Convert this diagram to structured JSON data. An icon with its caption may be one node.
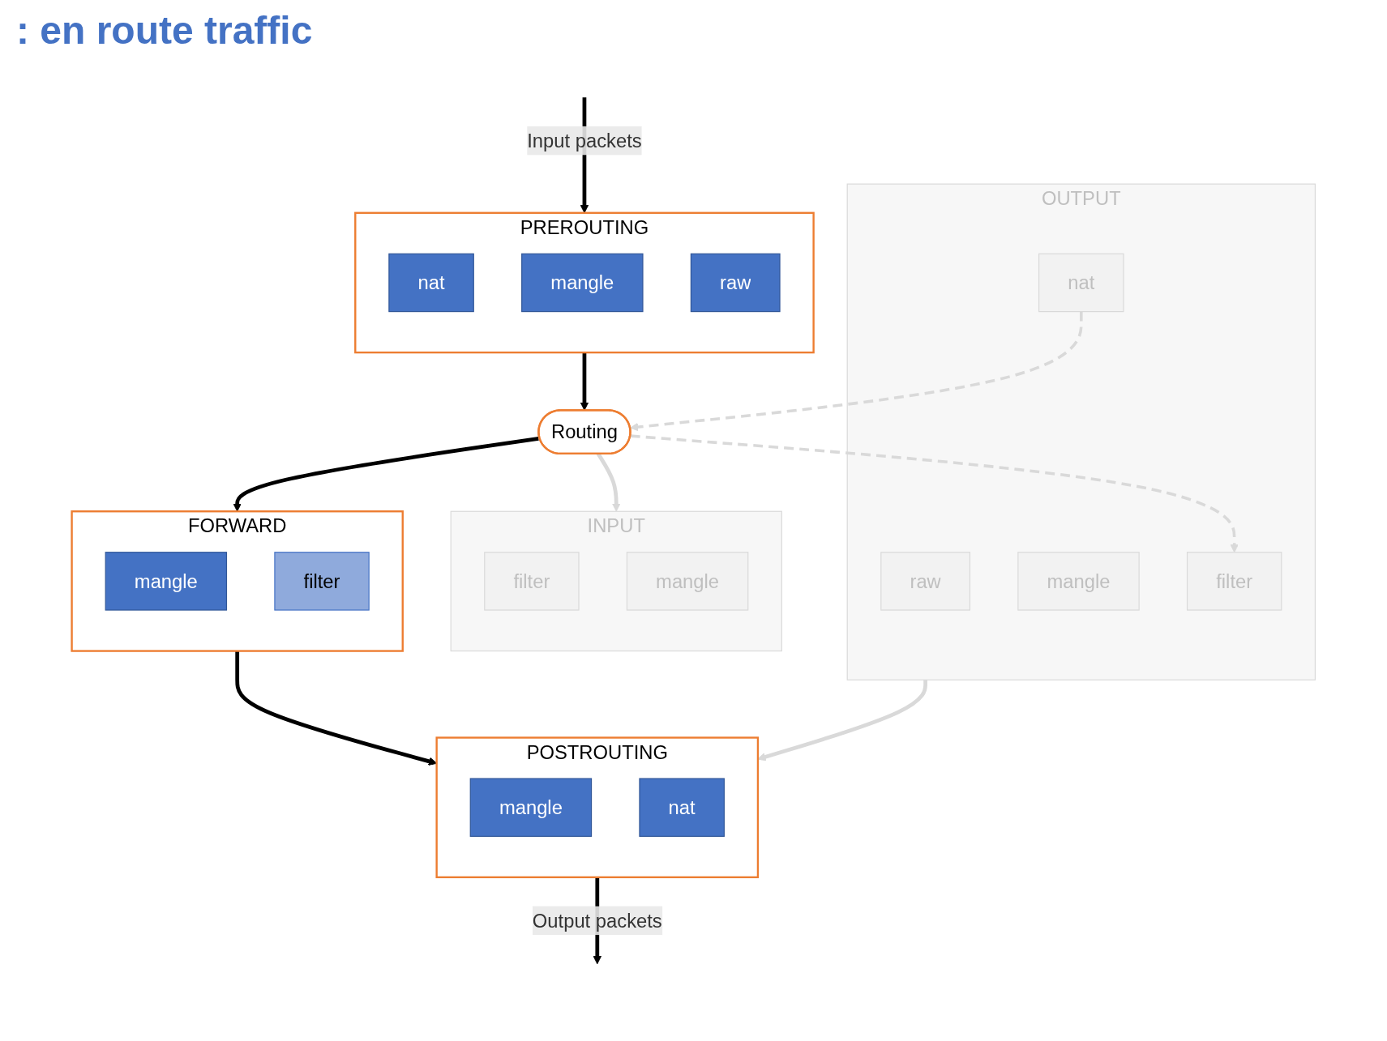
{
  "diagram": {
    "title": ": en route traffic",
    "nodes": [
      {
        "text": [
          "OUTPUT"
        ]
      },
      {
        "text": [
          "raw"
        ],
        "in": 0
      },
      {
        "text": [
          "mangle"
        ],
        "in": 0
      },
      {
        "text": [
          "nat"
        ],
        "in": 0
      },
      {
        "text": [
          "filter"
        ],
        "in": 0
      },
      {
        "text": [
          "INPUT"
        ]
      },
      {
        "text": [
          "filter"
        ],
        "in": 5
      },
      {
        "text": [
          "mangle"
        ],
        "in": 5
      },
      {
        "text": [
          "Routing"
        ]
      },
      {
        "text": [
          "PREROUTING"
        ]
      },
      {
        "text": [
          "nat"
        ],
        "in": 9
      },
      {
        "text": [
          "mangle"
        ],
        "in": 9
      },
      {
        "text": [
          "raw"
        ],
        "in": 9
      },
      {
        "text": [
          "FORWARD"
        ]
      },
      {
        "text": [
          "mangle"
        ],
        "in": 13
      },
      {
        "text": [
          "filter"
        ],
        "in": 13
      },
      {
        "text": [
          "POSTROUTING"
        ]
      },
      {
        "text": [
          "mangle"
        ],
        "in": 16
      },
      {
        "text": [
          "nat"
        ],
        "in": 16
      }
    ],
    "edges": [
      {
        "from": null,
        "to": 9,
        "arrow": "to",
        "label": "Input packets"
      },
      {
        "from": 9,
        "to": 8,
        "arrow": "to"
      },
      {
        "from": 8,
        "to": 5,
        "arrow": "to",
        "color": "#d9d9d9"
      },
      {
        "from": 3,
        "to": 8,
        "arrow": "to",
        "style": "dashed",
        "color": "#d9d9d9"
      },
      {
        "from": 8,
        "to": 4,
        "arrow": "to",
        "style": "dashed",
        "color": "#d9d9d9"
      },
      {
        "from": 8,
        "to": 13,
        "arrow": "to"
      },
      {
        "from": 13,
        "to": 16,
        "arrow": "to"
      },
      {
        "from": 0,
        "to": 16,
        "arrow": "to",
        "color": "#d9d9d9"
      },
      {
        "from": 16,
        "to": null,
        "arrow": "to",
        "label": "Output packets"
      }
    ]
  }
}
